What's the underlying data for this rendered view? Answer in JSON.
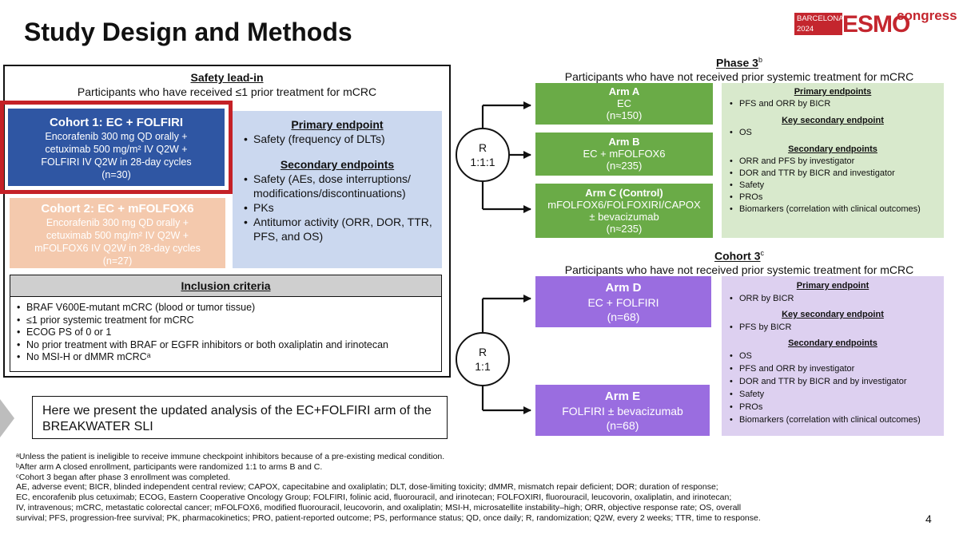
{
  "header": {
    "title": "Study Design and Methods",
    "logo_city": "BARCELONA",
    "logo_year": "2024",
    "logo_brand": "ESMO",
    "logo_suffix": "congress"
  },
  "leadin": {
    "title": "Safety lead-in",
    "subtitle": "Participants who have received ≤1 prior treatment for mCRC",
    "cohort1": {
      "title": "Cohort 1: EC + FOLFIRI",
      "line1": "Encorafenib 300 mg QD orally +",
      "line2": "cetuximab 500 mg/m² IV Q2W +",
      "line3": "FOLFIRI IV Q2W in 28-day cycles",
      "n": "(n=30)"
    },
    "cohort2": {
      "title": "Cohort 2: EC + mFOLFOX6",
      "line1": "Encorafenib 300 mg QD orally +",
      "line2": "cetuximab 500 mg/m² IV Q2W +",
      "line3": "mFOLFOX6 IV Q2W in 28-day cycles",
      "n": "(n=27)"
    },
    "primary_title": "Primary endpoint",
    "primary_items": [
      "Safety (frequency of DLTs)"
    ],
    "secondary_title": "Secondary endpoints",
    "secondary_items": [
      "Safety (AEs, dose interruptions/ modifications/discontinuations)",
      "PKs",
      "Antitumor activity (ORR, DOR, TTR, PFS, and OS)"
    ],
    "inclusion_title": "Inclusion criteria",
    "inclusion_items": [
      "BRAF V600E-mutant mCRC (blood or tumor tissue)",
      "≤1 prior systemic treatment for mCRC",
      "ECOG PS of 0 or 1",
      "No prior treatment with BRAF or EGFR inhibitors or both oxaliplatin and irinotecan",
      "No MSI-H or dMMR mCRCᵃ"
    ]
  },
  "callout": {
    "text": "Here we present the updated analysis of the EC+FOLFIRI arm of the BREAKWATER SLI"
  },
  "phase3": {
    "title": "Phase 3",
    "title_sup": "b",
    "subtitle": "Participants who have not received prior systemic treatment for mCRC",
    "randomization": [
      "R",
      "1:1:1"
    ],
    "arms": [
      {
        "name": "Arm A",
        "treatment": "EC",
        "n": "(n≈150)"
      },
      {
        "name": "Arm B",
        "treatment": "EC + mFOLFOX6",
        "n": "(n≈235)"
      },
      {
        "name": "Arm C (Control)",
        "treatment": "mFOLFOX6/FOLFOXIRI/CAPOX",
        "treatment2": "± bevacizumab",
        "n": "(n≈235)"
      }
    ],
    "primary_title": "Primary endpoints",
    "primary_items": [
      "PFS and ORR by BICR"
    ],
    "key_secondary_title": "Key secondary endpoint",
    "key_secondary_items": [
      "OS"
    ],
    "secondary_title": "Secondary endpoints",
    "secondary_items": [
      "ORR and PFS by investigator",
      "DOR and TTR by BICR and investigator",
      "Safety",
      "PROs",
      "Biomarkers (correlation with clinical outcomes)"
    ]
  },
  "cohort3": {
    "title": "Cohort 3",
    "title_sup": "c",
    "subtitle": "Participants who have not received prior systemic treatment for mCRC",
    "randomization": [
      "R",
      "1:1"
    ],
    "arms": [
      {
        "name": "Arm D",
        "treatment": "EC + FOLFIRI",
        "n": "(n=68)"
      },
      {
        "name": "Arm E",
        "treatment": "FOLFIRI ± bevacizumab",
        "n": "(n=68)"
      }
    ],
    "primary_title": "Primary endpoint",
    "primary_items": [
      "ORR by BICR"
    ],
    "key_secondary_title": "Key secondary endpoint",
    "key_secondary_items": [
      "PFS by BICR"
    ],
    "secondary_title": "Secondary endpoints",
    "secondary_items": [
      "OS",
      "PFS and ORR by investigator",
      "DOR and TTR by BICR and by investigator",
      "Safety",
      "PROs",
      "Biomarkers (correlation with clinical outcomes)"
    ]
  },
  "footnotes": [
    "ᵃUnless the patient is ineligible to receive immune checkpoint inhibitors because of a pre-existing medical condition.",
    "ᵇAfter arm A closed enrollment, participants were randomized 1:1 to arms B and C.",
    "ᶜCohort 3 began after phase 3 enrollment was completed.",
    "AE, adverse event; BICR, blinded independent central review; CAPOX, capecitabine and oxaliplatin; DLT, dose-limiting toxicity; dMMR, mismatch repair deficient; DOR; duration of response;",
    "EC, encorafenib plus cetuximab; ECOG, Eastern Cooperative Oncology Group; FOLFIRI, folinic acid, fluorouracil, and irinotecan; FOLFOXIRI, fluorouracil, leucovorin, oxaliplatin, and irinotecan;",
    "IV, intravenous; mCRC, metastatic colorectal cancer; mFOLFOX6, modified fluorouracil, leucovorin, and oxaliplatin; MSI-H, microsatellite instability–high; ORR, objective response rate; OS, overall",
    "survival; PFS, progression-free survival; PK, pharmacokinetics; PRO, patient-reported outcome; PS, performance status; QD, once daily; R, randomization; Q2W, every 2 weeks; TTR, time to response."
  ],
  "page_number": "4"
}
